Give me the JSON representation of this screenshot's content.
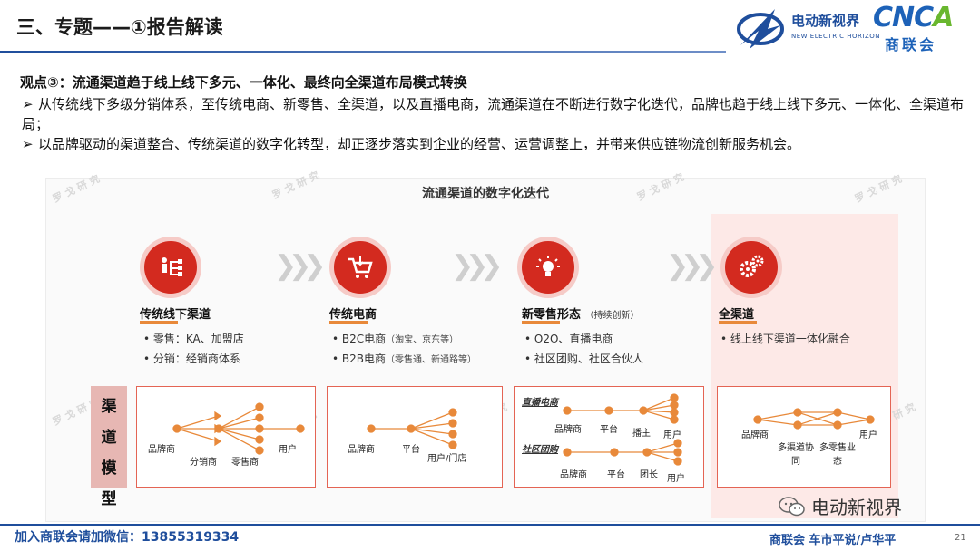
{
  "header": {
    "title": "三、专题——①报告解读",
    "logo_ev_name": "电动新视界",
    "logo_ev_sub": "NEW ELECTRIC HORIZON",
    "logo_cnca_main": "CNC",
    "logo_cnca_a": "A",
    "logo_cnca_sub": "商联会"
  },
  "content": {
    "viewpoint": "观点③：流通渠道趋于线上线下多元、一体化、最终向全渠道布局模式转换",
    "bullet_mark": "➢",
    "bullets": [
      "从传统线下多级分销体系，至传统电商、新零售、全渠道，以及直播电商，流通渠道在不断进行数字化迭代，品牌也趋于线上线下多元、一体化、全渠道布局；",
      "以品牌驱动的渠道整合、传统渠道的数字化转型，却正逐步落实到企业的经营、运营调整上，并带来供应链物流创新服务机会。"
    ]
  },
  "diagram": {
    "title": "流通渠道的数字化迭代",
    "watermark": "罗 戈 研 究",
    "arrow_glyph": "❯❯❯",
    "model_label": [
      "渠",
      "道",
      "模",
      "型"
    ],
    "stages": [
      {
        "icon": "org-chart-icon",
        "title": "传统线下渠道",
        "note": "",
        "items": [
          "• 零售：KA、加盟店",
          "• 分销：经销商体系"
        ],
        "items_small": [
          "",
          ""
        ]
      },
      {
        "icon": "shopping-cart-icon",
        "title": "传统电商",
        "note": "",
        "items": [
          "• B2C电商",
          "• B2B电商"
        ],
        "items_small": [
          "（淘宝、京东等）",
          "（零售通、新通路等）"
        ]
      },
      {
        "icon": "lightbulb-icon",
        "title": "新零售形态",
        "note": "（持续创新）",
        "items": [
          "• O2O、直播电商",
          "• 社区团购、社区合伙人"
        ],
        "items_small": [
          "",
          ""
        ]
      },
      {
        "icon": "gears-icon",
        "title": "全渠道",
        "note": "",
        "items": [
          "• 线上线下渠道一体化融合"
        ],
        "items_small": [
          ""
        ]
      }
    ],
    "models": [
      {
        "nodes": [
          "品牌商",
          "分销商",
          "零售商",
          "用户"
        ]
      },
      {
        "nodes": [
          "品牌商",
          "平台",
          "用户/门店"
        ]
      },
      {
        "channels": [
          "直播电商",
          "社区团购"
        ],
        "live_nodes": [
          "品牌商",
          "平台",
          "播主",
          "用户"
        ],
        "group_nodes": [
          "品牌商",
          "平台",
          "团长",
          "用户"
        ]
      },
      {
        "nodes": [
          "品牌商",
          "多渠道协同",
          "多零售业态",
          "用户"
        ]
      }
    ],
    "colors": {
      "accent_red": "#d32a1f",
      "node_orange": "#e8893a",
      "box_border": "#e46454",
      "highlight": "#fde9e7"
    }
  },
  "footer": {
    "left": "加入商联会请加微信：13855319334",
    "right": "商联会  车市平说/卢华平",
    "page": "21",
    "wechat": "电动新视界"
  }
}
